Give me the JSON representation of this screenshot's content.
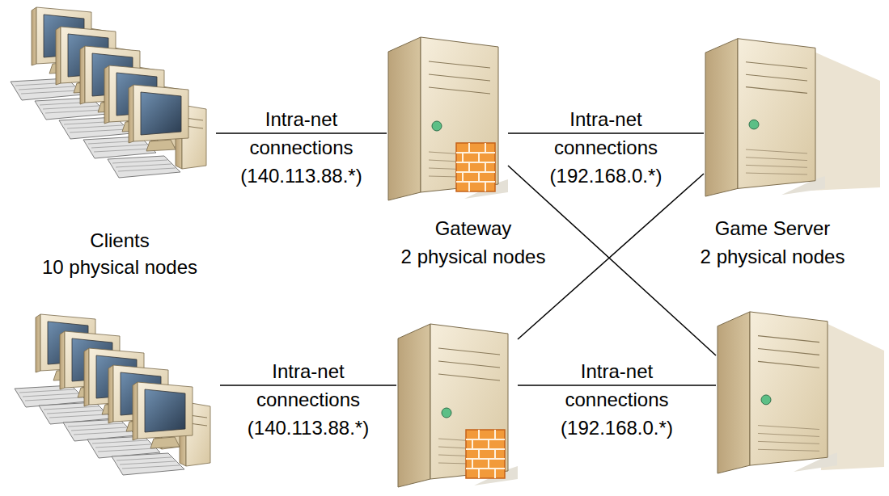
{
  "diagram": {
    "nodes": [
      {
        "text": [
          "Clients",
          "10 physical nodes"
        ]
      },
      {
        "text": [
          "Gateway",
          "2 physical nodes"
        ]
      },
      {
        "text": [
          "Game Server",
          "2 physical nodes"
        ]
      },
      {
        "text": []
      },
      {
        "text": []
      },
      {
        "text": []
      }
    ],
    "edges": [
      {
        "from": 0,
        "to": 1,
        "arrow": "none",
        "label": "Intra-net connections (140.113.88.*)"
      },
      {
        "from": 1,
        "to": 2,
        "arrow": "none",
        "label": "Intra-net connections (192.168.0.*)"
      },
      {
        "from": 1,
        "to": 5,
        "arrow": "none"
      },
      {
        "from": 3,
        "to": 4,
        "arrow": "none",
        "label": "Intra-net connections (140.113.88.*)"
      },
      {
        "from": 4,
        "to": 5,
        "arrow": "none",
        "label": "Intra-net connections (192.168.0.*)"
      },
      {
        "from": 4,
        "to": 2,
        "arrow": "none"
      }
    ]
  }
}
